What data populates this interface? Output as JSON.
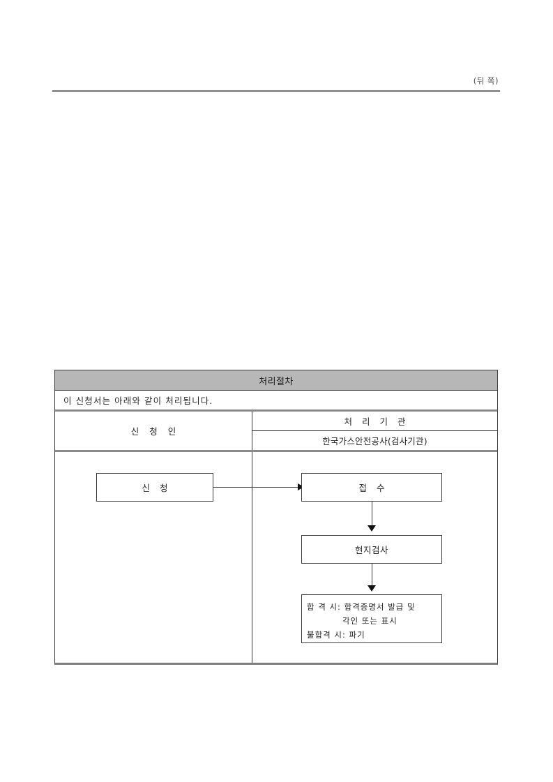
{
  "page": {
    "side_marker": "(뒤 쪽)"
  },
  "procedure": {
    "title": "처리절차",
    "intro": "이 신청서는 아래와 같이 처리됩니다.",
    "applicant_label": "신 청 인",
    "agency_label": "처 리 기 관",
    "agency_name": "한국가스안전공사(검사기관)"
  },
  "flow": {
    "applicant": {
      "application": "신 청"
    },
    "agency": {
      "receipt": "접 수",
      "inspection": "현지검사",
      "result": {
        "pass_line": "합 격 시: 합격증명서 발급 및",
        "pass_line_cont": "각인 또는 표시",
        "fail_line": "불합격 시: 파기"
      }
    }
  },
  "colors": {
    "header_fill": "#b7b7b7",
    "rule": "#8f8f8f",
    "border": "#3a3a3a",
    "text": "#262626"
  }
}
